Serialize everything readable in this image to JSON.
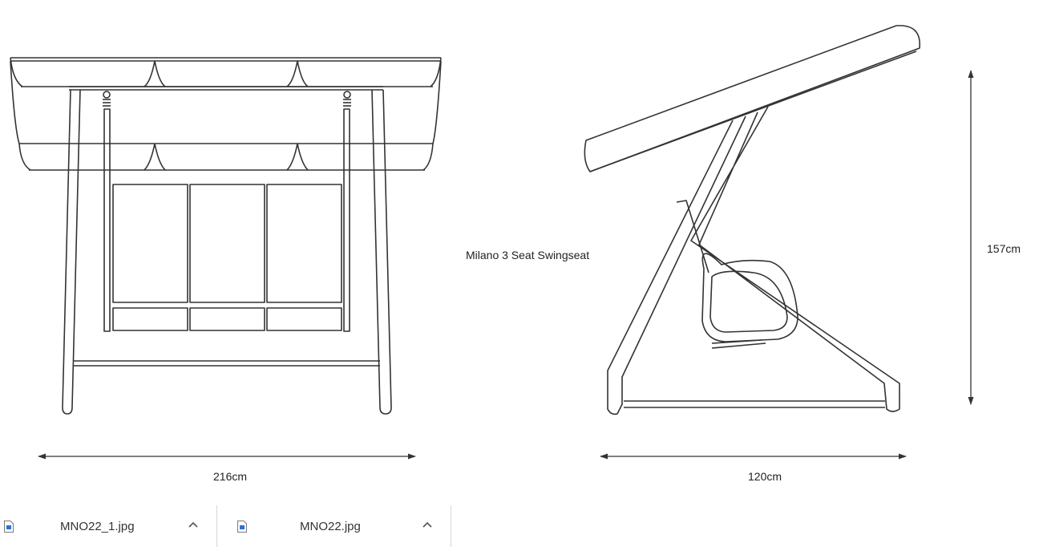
{
  "diagram": {
    "product_name": "Milano 3 Seat Swingseat",
    "width_label": "216cm",
    "depth_label": "120cm",
    "height_label": "157cm"
  },
  "download_bar": {
    "items": [
      {
        "file_name": "MNO22_1.jpg",
        "icon": "image-file-icon",
        "menu_icon": "chevron-up-icon"
      },
      {
        "file_name": "MNO22.jpg",
        "icon": "image-file-icon",
        "menu_icon": "chevron-up-icon"
      }
    ]
  }
}
